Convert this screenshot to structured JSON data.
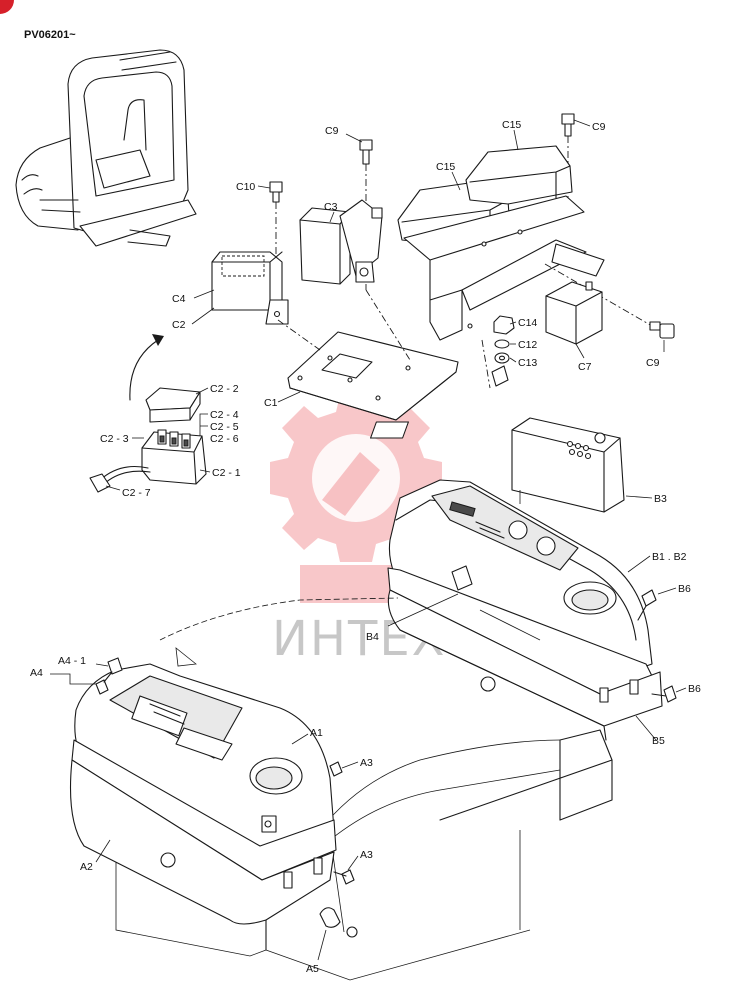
{
  "header": {
    "serial_range": "PV06201~"
  },
  "watermark": {
    "text": "ИНТЕХ",
    "color": "#e8474c"
  },
  "corner_badge": {
    "color": "#d6202a"
  },
  "part_labels": {
    "C9_top": "C9",
    "C9_right": "C9",
    "C9_bottom": "C9",
    "C15_left": "C15",
    "C15_right": "C15",
    "C10": "C10",
    "C3": "C3",
    "C4": "C4",
    "C2": "C2",
    "C14": "C14",
    "C12": "C12",
    "C13": "C13",
    "C7": "C7",
    "C1": "C1",
    "C2_2": "C2 - 2",
    "C2_4": "C2 - 4",
    "C2_5": "C2 - 5",
    "C2_6": "C2 - 6",
    "C2_3": "C2 - 3",
    "C2_1": "C2 - 1",
    "C2_7": "C2 - 7",
    "B3": "B3",
    "B1_B2": "B1 . B2",
    "B6_top": "B6",
    "B6_bottom": "B6",
    "B4": "B4",
    "B5": "B5",
    "A4_1": "A4 - 1",
    "A4": "A4",
    "A1": "A1",
    "A3_top": "A3",
    "A3_bottom": "A3",
    "A2": "A2",
    "A5": "A5"
  }
}
